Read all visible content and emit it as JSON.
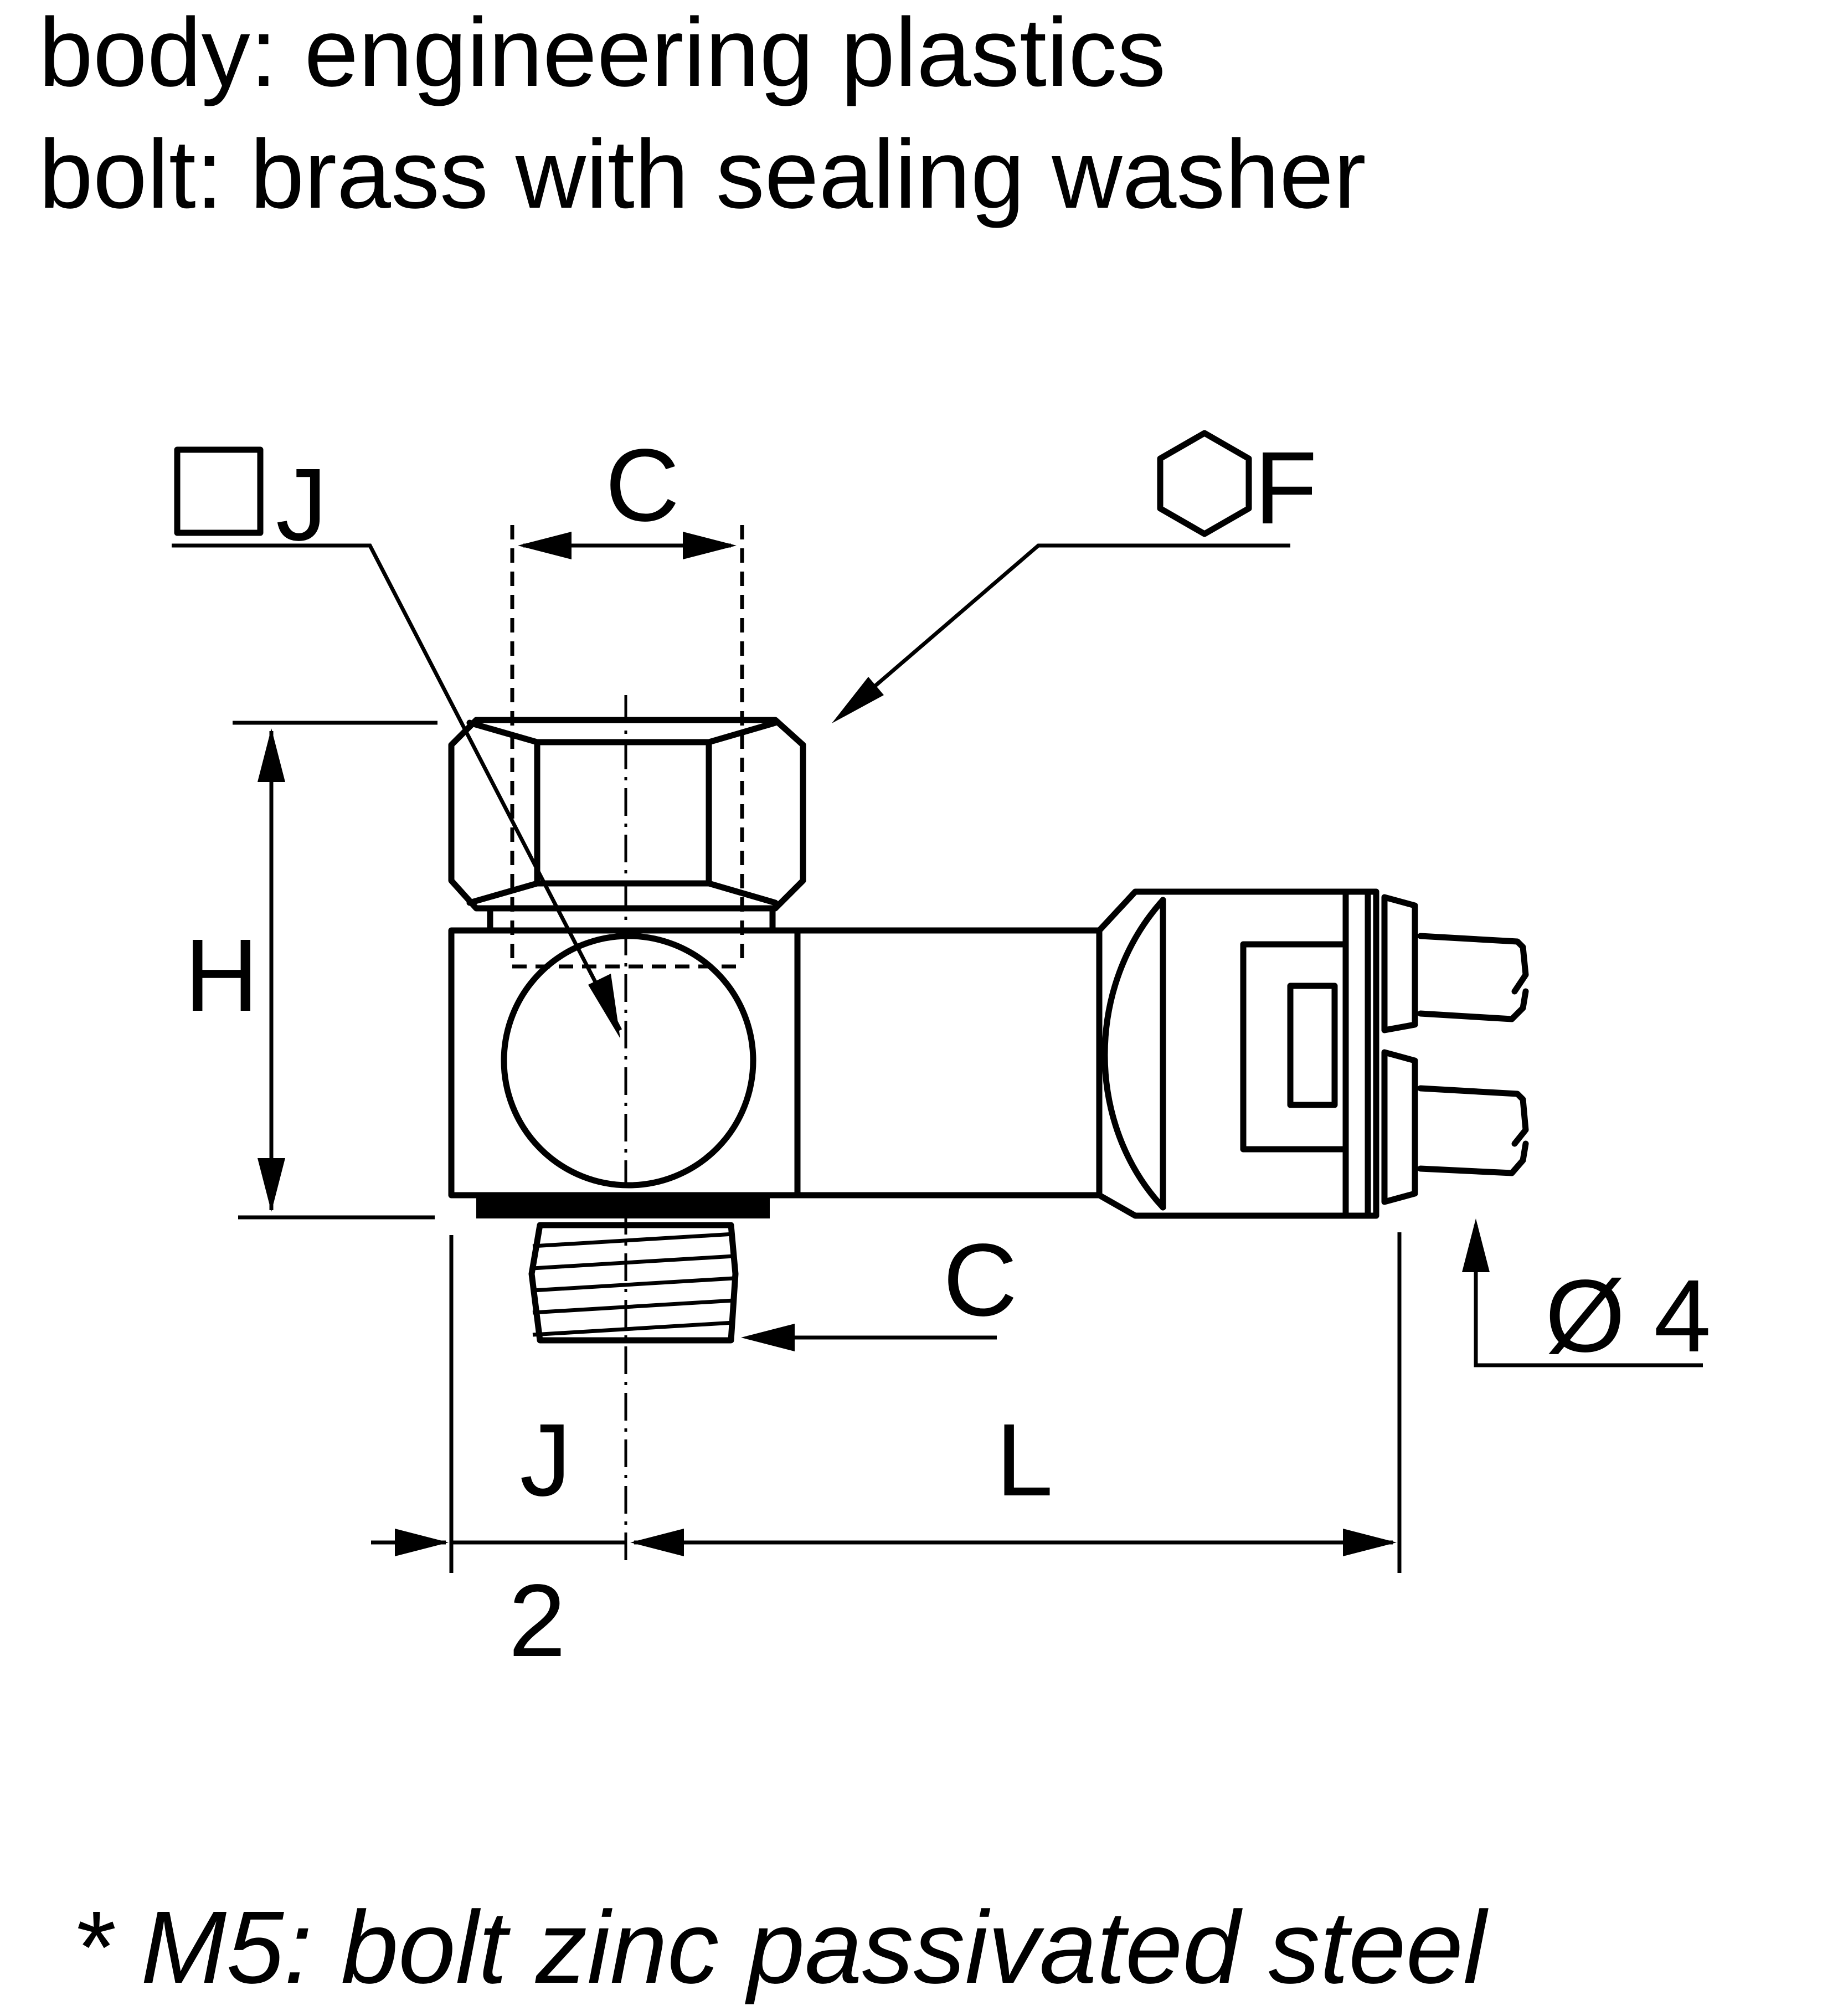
{
  "spec": {
    "body_line": "body: engineering plastics",
    "bolt_line": "bolt: brass with sealing washer"
  },
  "labels": {
    "square_j": "J",
    "hex_f": "F",
    "c_top": "C",
    "h": "H",
    "c_side": "C",
    "diameter": "Ø 4",
    "j_bottom": "J",
    "two": "2",
    "l": "L"
  },
  "footnote": "* M5: bolt zinc passivated steel",
  "colors": {
    "ink": "#000000",
    "paper": "#ffffff"
  }
}
